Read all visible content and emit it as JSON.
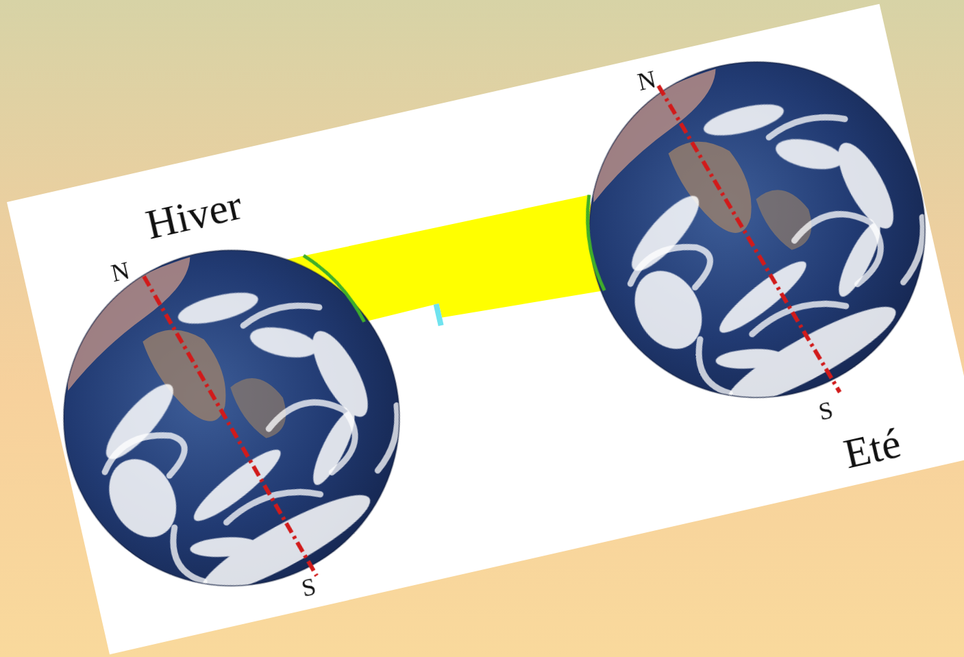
{
  "diagram": {
    "labels": [
      "Hiver",
      "N",
      "S",
      "N",
      "S",
      "Eté"
    ]
  }
}
